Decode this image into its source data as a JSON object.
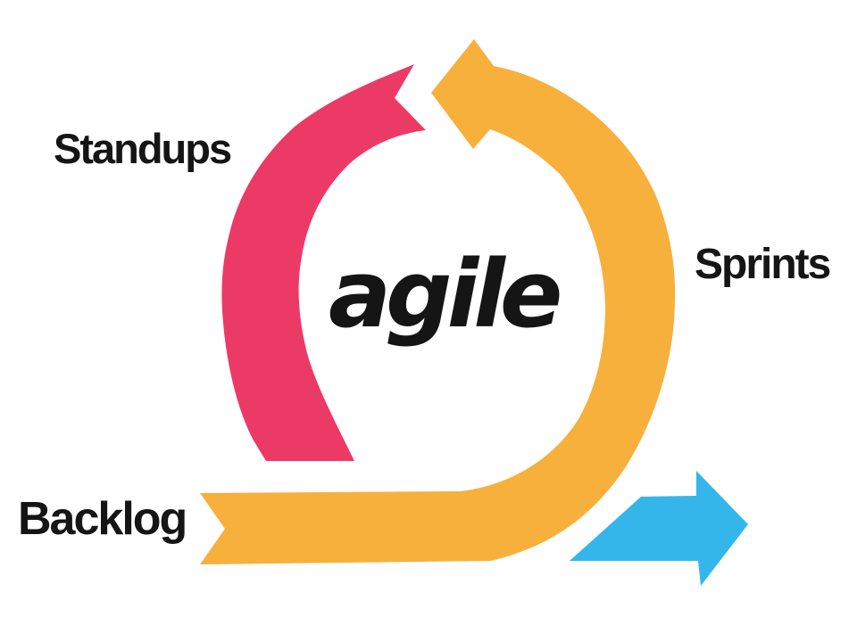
{
  "title": "agile",
  "labels": {
    "standups": "Standups",
    "sprints": "Sprints",
    "backlog": "Backlog"
  },
  "colors": {
    "pink": "#EC3A67",
    "yellow": "#F7B03C",
    "blue": "#35B6EA",
    "text": "#151515",
    "background": "#FFFFFF"
  }
}
